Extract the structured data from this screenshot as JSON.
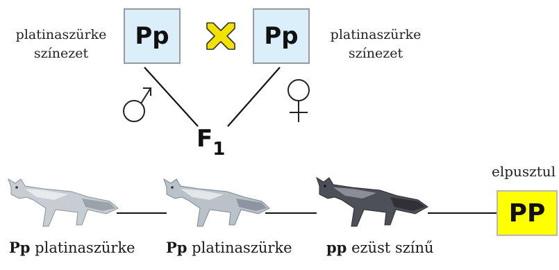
{
  "parents": {
    "left": {
      "genotype": "Pp",
      "phenotype_line1": "platinaszürke",
      "phenotype_line2": "színezet"
    },
    "right": {
      "genotype": "Pp",
      "phenotype_line1": "platinaszürke",
      "phenotype_line2": "színezet"
    },
    "cross_symbol": "✖",
    "male_symbol": "♂",
    "female_symbol": "♀"
  },
  "offspring_generation": {
    "label": "F",
    "subscript": "1"
  },
  "offspring": [
    {
      "genotype": "Pp",
      "phenotype": "platinaszürke",
      "fur": "light"
    },
    {
      "genotype": "Pp",
      "phenotype": "platinaszürke",
      "fur": "light"
    },
    {
      "genotype": "pp",
      "phenotype": "ezüst színű",
      "fur": "dark"
    }
  ],
  "lethal": {
    "genotype": "PP",
    "status": "elpusztul"
  },
  "colors": {
    "parent_box": "#dbeffa",
    "lethal_box": "#ffff00",
    "cross": "#f2e200"
  }
}
